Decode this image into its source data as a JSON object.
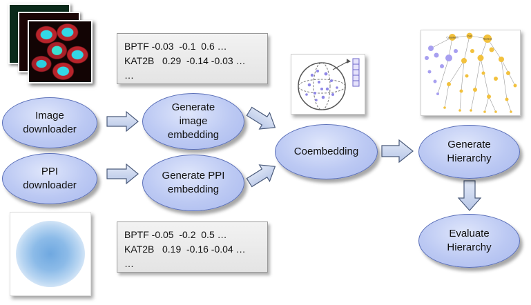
{
  "nodes": {
    "image_downloader": "Image\ndownloader",
    "ppi_downloader": "PPI\ndownloader",
    "gen_image_embedding": "Generate\nimage\nembedding",
    "gen_ppi_embedding": "Generate PPI\nembedding",
    "coembedding": "Coembedding",
    "generate_hierarchy": "Generate\nHierarchy",
    "evaluate_hierarchy": "Evaluate\nHierarchy"
  },
  "image_embedding": {
    "rows": [
      "BPTF -0.03  -0.1  0.6 …",
      "KAT2B   0.29  -0.14 -0.03 …",
      "…"
    ]
  },
  "ppi_embedding": {
    "rows": [
      "BPTF -0.05  -0.2  0.5 …",
      "KAT2B   0.19  -0.16 -0.04 …",
      "…"
    ]
  },
  "hierarchy_labels": [
    "Cytoplasm",
    "Cell",
    "Nucleus"
  ],
  "colors": {
    "node_fill": "#bcc9f3",
    "node_border": "#5a6fb8",
    "arrow_fill": "#c7d4f0",
    "arrow_stroke": "#4a5a7a",
    "hier_yellow": "#f2c13d",
    "hier_purple": "#a79ff0",
    "ppi_blue": "#6fa8e0"
  }
}
